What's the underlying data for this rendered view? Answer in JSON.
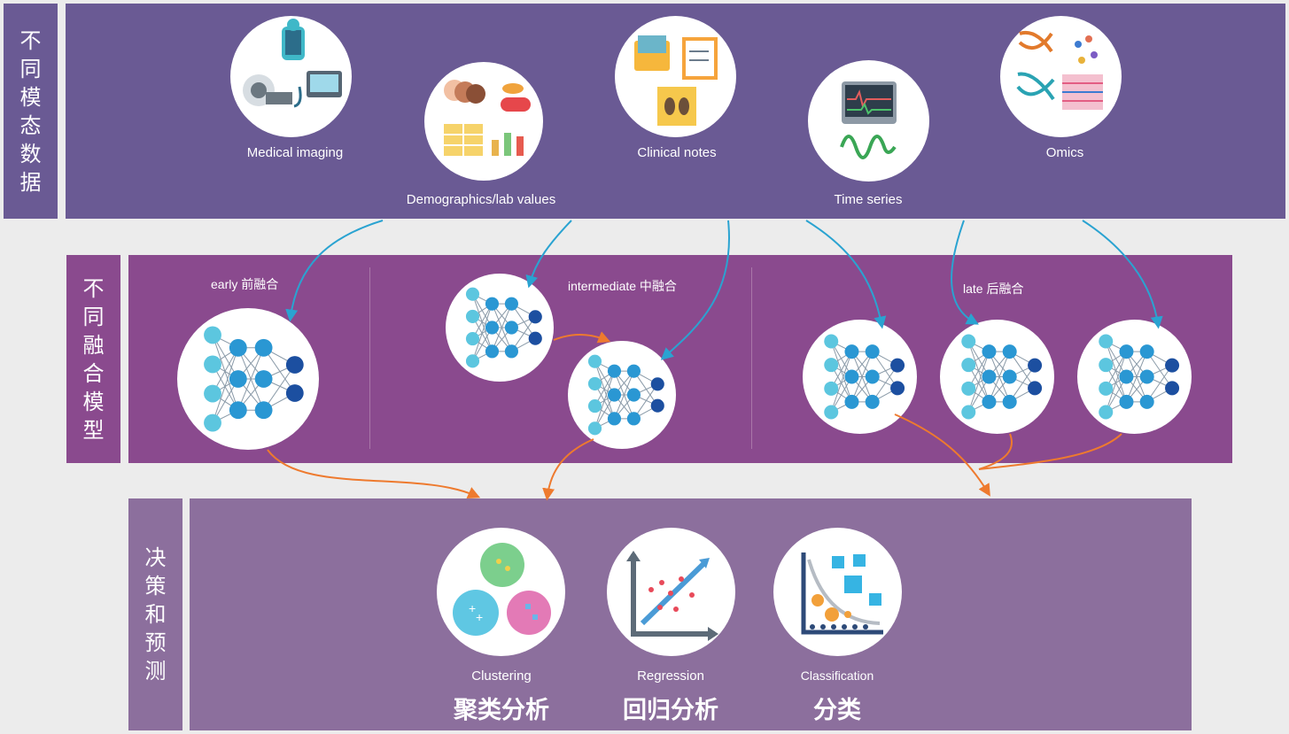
{
  "sections": {
    "data_label": "不同模态数据",
    "fusion_label": "不同融合模型",
    "decision_label": "决策和预测"
  },
  "modalities": [
    {
      "label": "Medical imaging",
      "icon": "medical-imaging-icon"
    },
    {
      "label": "Demographics/lab values",
      "icon": "demographics-lab-icon"
    },
    {
      "label": "Clinical notes",
      "icon": "clinical-notes-icon"
    },
    {
      "label": "Time series",
      "icon": "time-series-monitor-icon"
    },
    {
      "label": "Omics",
      "icon": "dna-omics-icon"
    }
  ],
  "fusion": {
    "early": "early 前融合",
    "intermediate": "intermediate  中融合",
    "late": "late  后融合"
  },
  "outputs": [
    {
      "en": "Clustering",
      "zh": "聚类分析",
      "icon": "clustering-icon"
    },
    {
      "en": "Regression",
      "zh": "回归分析",
      "icon": "regression-icon"
    },
    {
      "en": "Classification",
      "zh": "分类",
      "icon": "classification-icon"
    }
  ],
  "colors": {
    "data_band": "#6a5a94",
    "fusion_band": "#8a4a8e",
    "decision_band": "#8c6f9d",
    "arrow_blue": "#2aa3d1",
    "arrow_orange": "#ee7a2e",
    "node_light": "#5cc6df",
    "node_mid": "#2a97d3",
    "node_dark": "#1c4fa0"
  }
}
